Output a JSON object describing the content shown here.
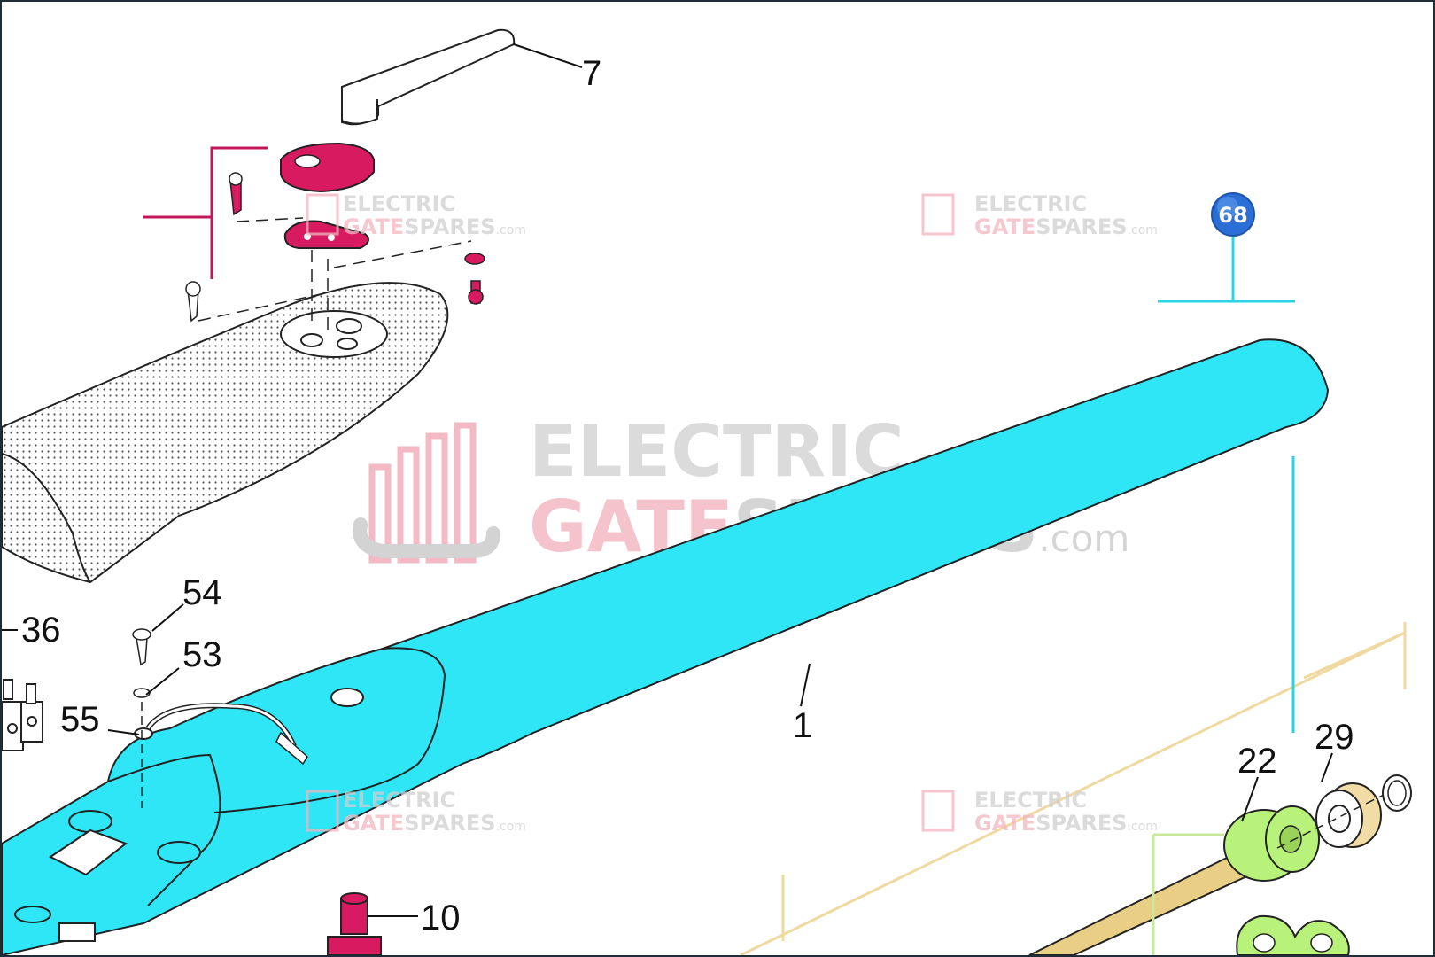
{
  "colors": {
    "highlight_pink": "#d81b60",
    "highlight_cyan": "#2fe6f6",
    "highlight_green": "#b8f27a",
    "highlight_tan": "#e9cf86",
    "bracket_gold": "#f0d9a0",
    "badge_blue": "#2b6fd6",
    "watermark_red": "#f0a7b4",
    "watermark_gray": "#cfcfcf"
  },
  "badge": {
    "label": "68"
  },
  "callouts": {
    "c7": "7",
    "c36": "36",
    "c54": "54",
    "c53": "53",
    "c55": "55",
    "c1": "1",
    "c10": "10",
    "c22": "22",
    "c29": "29"
  },
  "watermark": {
    "line1": "ELECTRIC",
    "line2_a": "GATE",
    "line2_b": "SPARES",
    "suffix": ".com"
  }
}
